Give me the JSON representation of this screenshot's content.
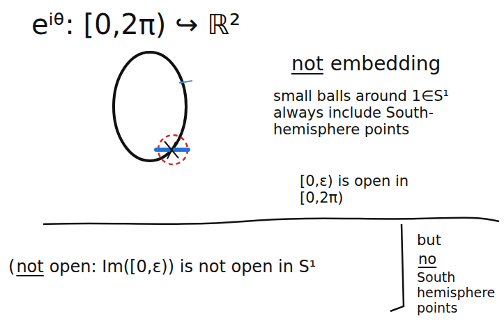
{
  "diagram": {
    "title": "eⁱᶿ: [0,2π) ↪ ℝ²",
    "labels": [
      "not",
      "embedding",
      "small balls around 1∈S¹ always include South-hemisphere points",
      "[0,ε) is open in [0,2π)",
      "but",
      "no",
      "South hemisphere points",
      "(",
      "not",
      "open: Im([0,ε)) is not open in S¹"
    ]
  }
}
